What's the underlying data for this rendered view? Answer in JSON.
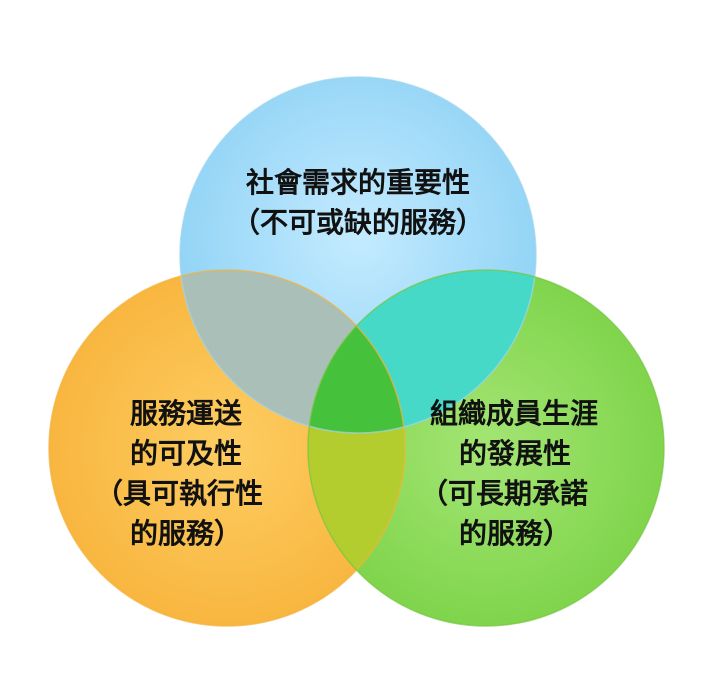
{
  "diagram": {
    "type": "venn",
    "circles": [
      {
        "id": "social",
        "lines": [
          "社會需求的重要性",
          "（不可或缺的服務）"
        ],
        "color": "#a6dcf7"
      },
      {
        "id": "accessibility",
        "lines": [
          "服務運送",
          "的可及性",
          "（具可執行性",
          "的服務）"
        ],
        "color": "#fbc04e"
      },
      {
        "id": "career",
        "lines": [
          "組織成員生涯",
          "的發展性",
          "（可長期承諾",
          "的服務）"
        ],
        "color": "#8fdc5a"
      }
    ],
    "overlap_colors": {
      "social_accessibility": "#aabfb7",
      "social_career": "#46d9c8",
      "accessibility_career": "#b3cd2e",
      "center": "#45c13b"
    }
  }
}
